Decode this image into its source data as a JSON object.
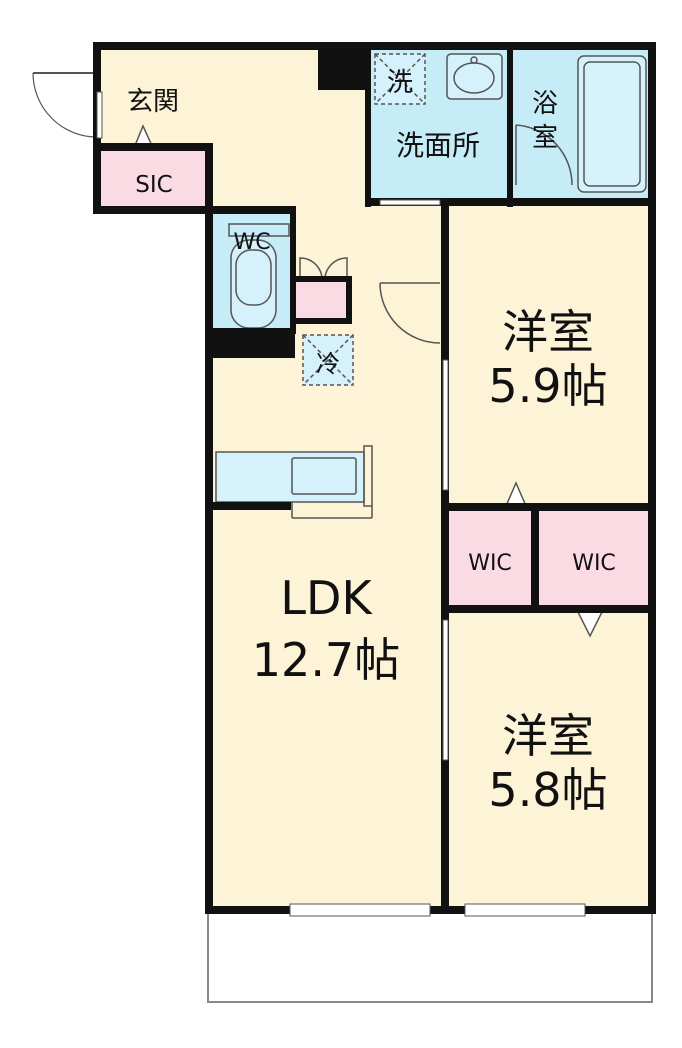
{
  "colors": {
    "floor": "#fdf3d6",
    "wet": "#c6ecf8",
    "closet": "#fadbe4",
    "wall": "#111111",
    "fixture_stroke": "#555555",
    "fixture_fill": "#d5f1fb",
    "balcony_stroke": "#888888"
  },
  "labels": {
    "entrance": "玄関",
    "shoe_closet": "SIC",
    "toilet": "WC",
    "washer": "洗",
    "washroom": "洗面所",
    "bath_line1": "浴",
    "bath_line2": "室",
    "fridge": "冷",
    "bedroom_upper_name": "洋室",
    "bedroom_upper_size": "5.9帖",
    "wic_left": "WIC",
    "wic_right": "WIC",
    "ldk_name": "LDK",
    "ldk_size": "12.7帖",
    "bedroom_lower_name": "洋室",
    "bedroom_lower_size": "5.8帖"
  },
  "icons": {
    "entrance_door": "door-swing-icon",
    "toilet": "toilet-icon",
    "bathtub": "bathtub-icon",
    "washbasin": "washbasin-icon",
    "kitchen": "kitchen-counter-icon",
    "storage_doors": "closet-door-icon"
  }
}
